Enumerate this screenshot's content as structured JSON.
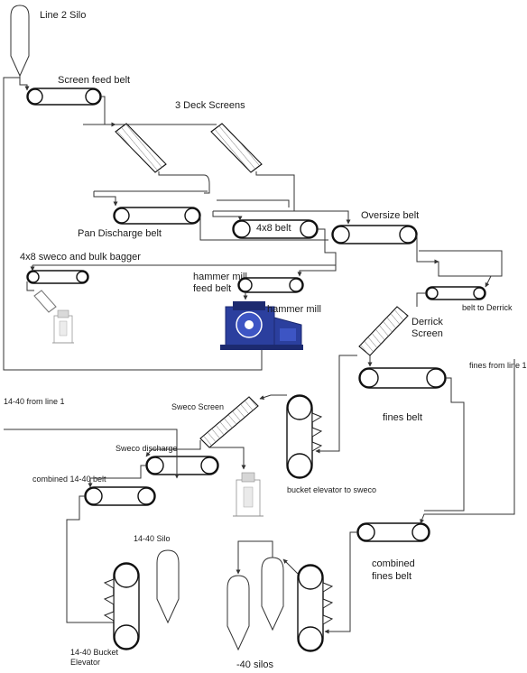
{
  "labels": {
    "line2_silo": "Line 2 Silo",
    "screen_feed_belt": "Screen feed belt",
    "deck_screens": "3 Deck Screens",
    "pan_discharge_belt": "Pan Discharge belt",
    "belt_4x8": "4x8 belt",
    "oversize_belt": "Oversize belt",
    "sweco_bagger": "4x8 sweco and bulk bagger",
    "hammer_mill_feed_belt_1": "hammer mill",
    "hammer_mill_feed_belt_2": "feed belt",
    "hammer_mill": "hammer mill",
    "belt_to_derrick": "belt to Derrick",
    "derrick_screen_1": "Derrick",
    "derrick_screen_2": "Screen",
    "fines_from_line1": "fines from line 1",
    "fines_belt": "fines belt",
    "from_line1_1440": "14-40 from line 1",
    "sweco_screen": "Sweco Screen",
    "sweco_discharge": "Sweco discharge",
    "combined_1440_belt": "combined 14-40 belt",
    "bucket_elevator_sweco": "bucket elevator to sweco",
    "silo_1440": "14-40 Silo",
    "combined_fines_belt_1": "combined",
    "combined_fines_belt_2": "fines belt",
    "bucket_elevator_1440_1": "14-40 Bucket",
    "bucket_elevator_1440_2": "Elevator",
    "minus40_silos": "-40 silos"
  },
  "colors": {
    "line": "#333333",
    "hammer_mill": "#2b3f9e",
    "hammer_mill_dark": "#1c2a70"
  }
}
